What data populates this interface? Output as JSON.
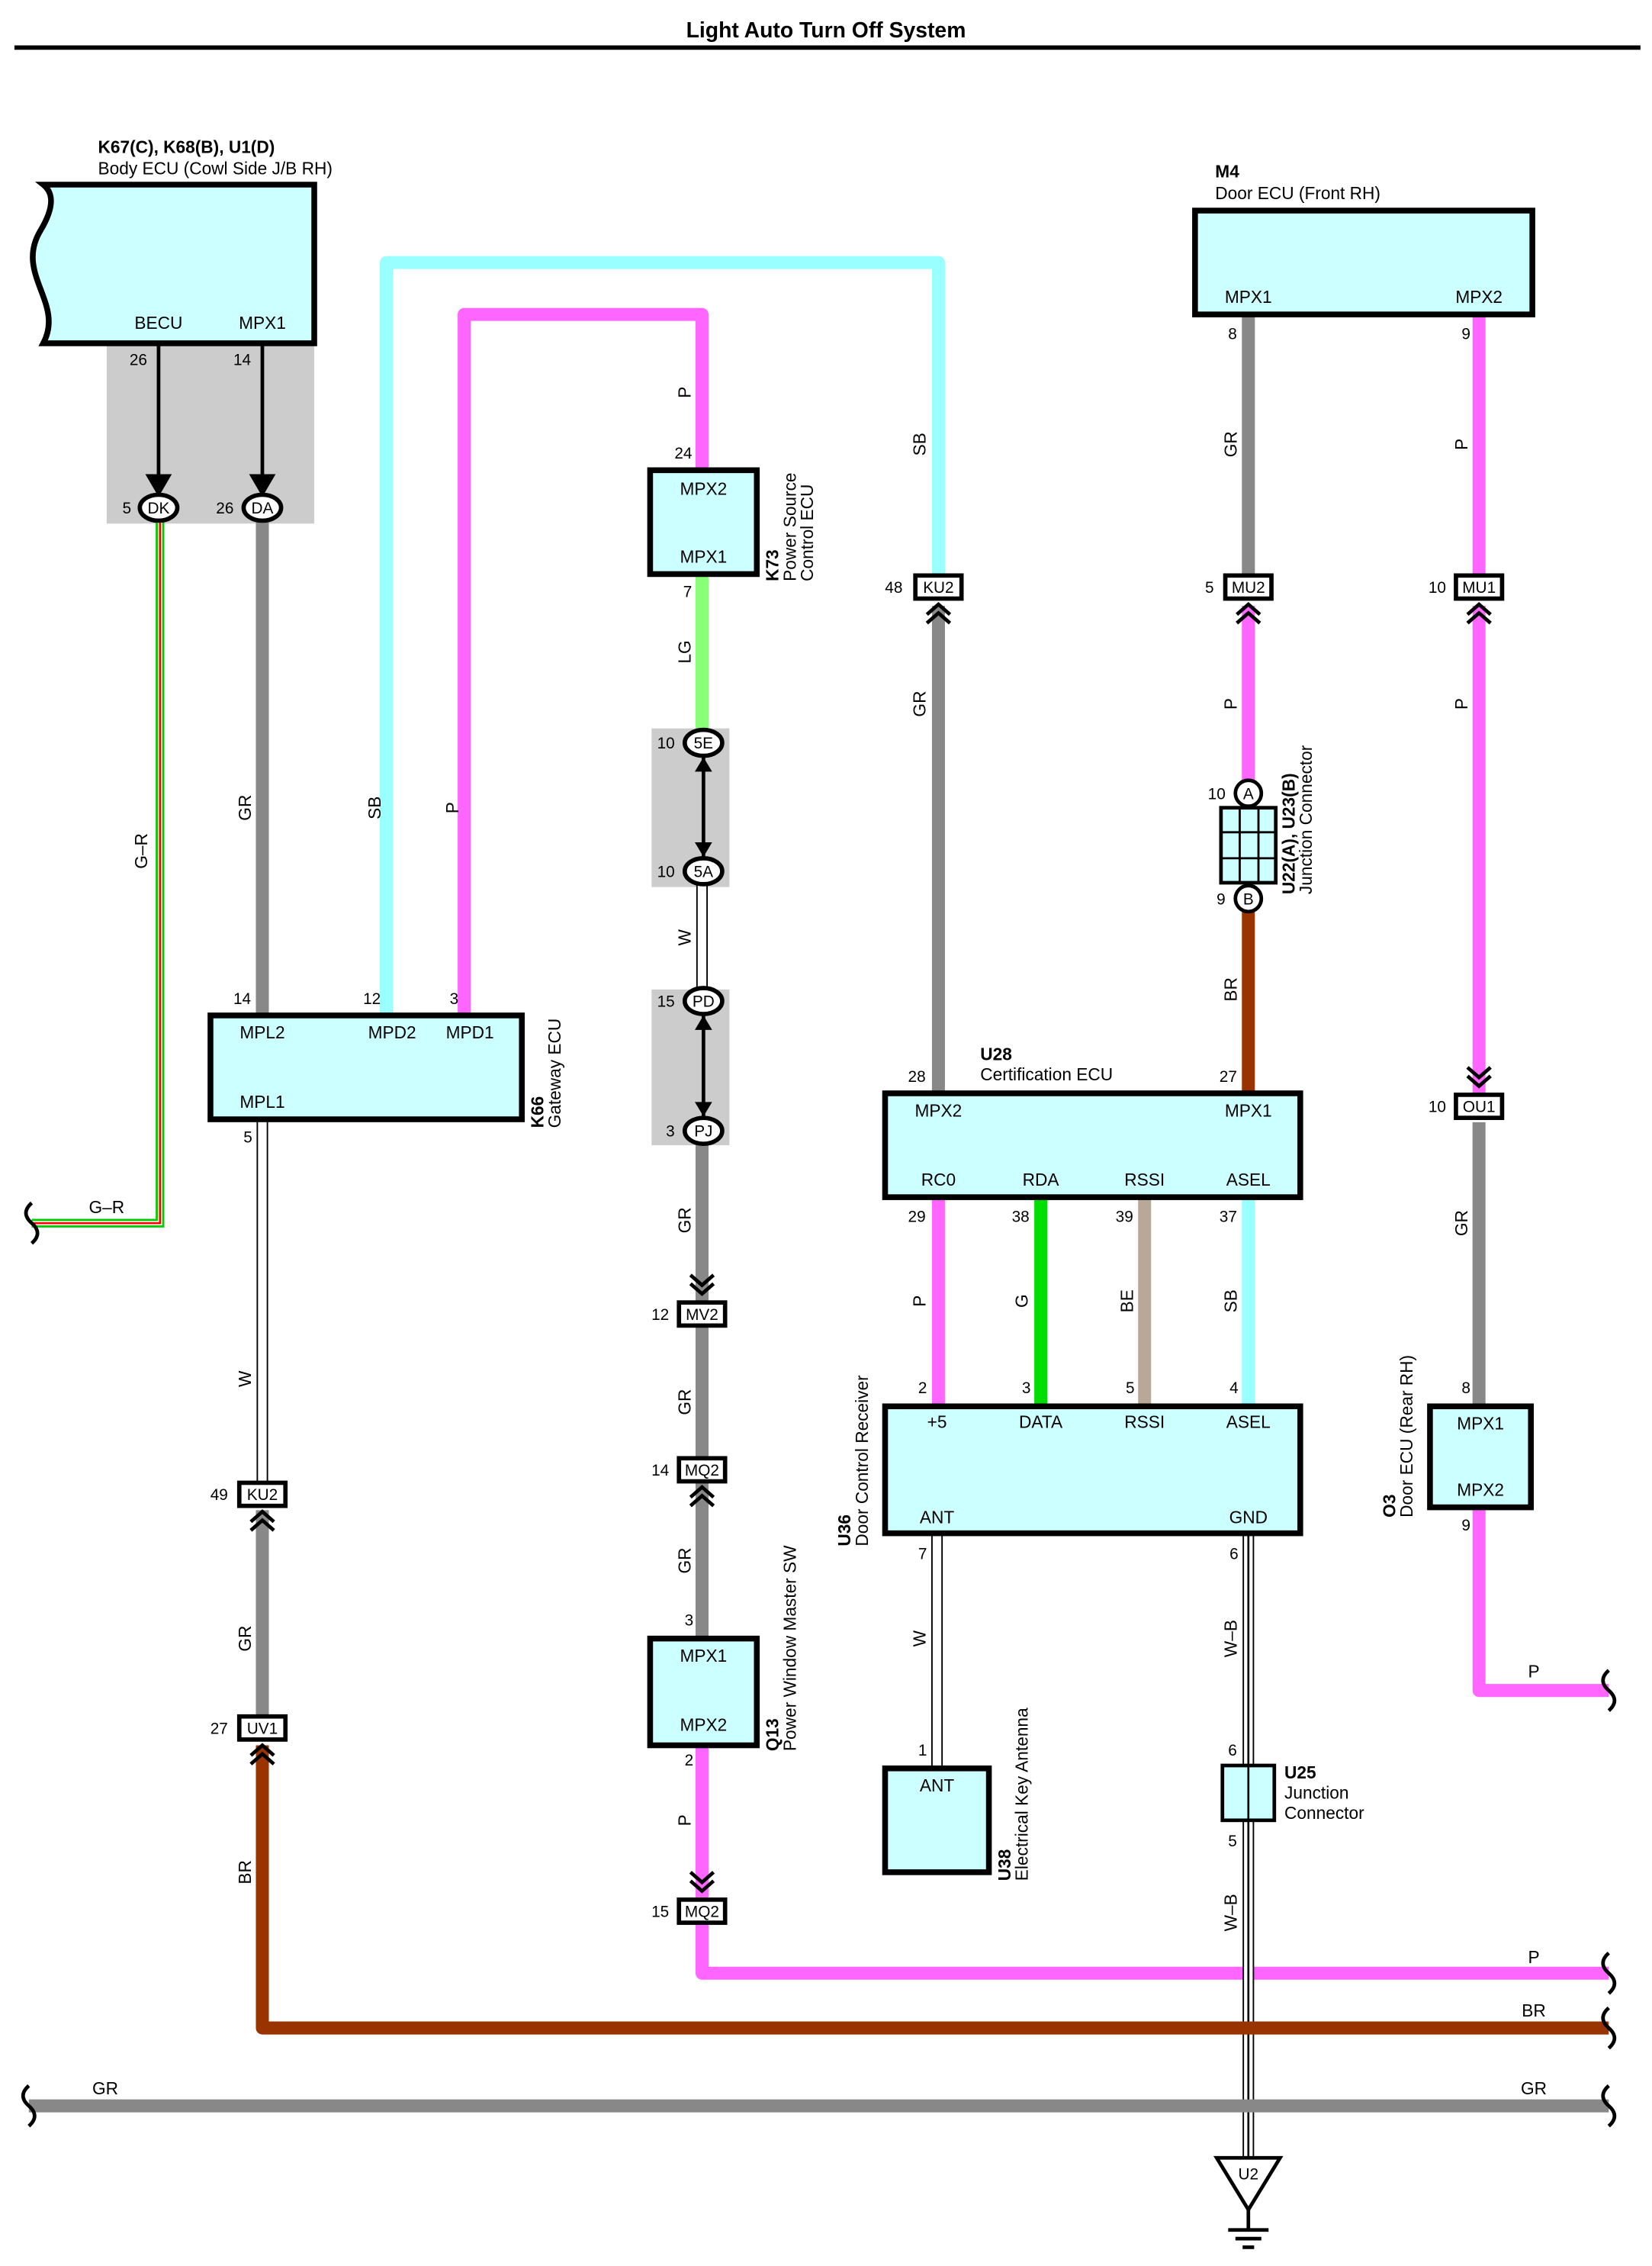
{
  "title": "Light Auto Turn Off System",
  "colors": {
    "GR": "#888888",
    "P": "#ff66ff",
    "SB": "#99ffff",
    "LG": "#88ff77",
    "BR": "#993300",
    "G": "#00dd00",
    "BE": "#b8a898",
    "W": "#ffffff",
    "ecu": "#ccffff"
  },
  "components": {
    "body_ecu": {
      "code": "K67(C), K68(B), U1(D)",
      "name": "Body ECU (Cowl Side J/B RH)",
      "pins": [
        "BECU",
        "MPX1"
      ],
      "pin_nums": [
        "26",
        "14"
      ]
    },
    "door_ecu_front": {
      "code": "M4",
      "name": "Door ECU (Front RH)",
      "pins": [
        "MPX1",
        "MPX2"
      ],
      "pin_nums": [
        "8",
        "9"
      ]
    },
    "power_source": {
      "code": "K73",
      "name1": "Power Source",
      "name2": "Control ECU",
      "pins": [
        "MPX2",
        "MPX1"
      ],
      "pin_nums": [
        "24",
        "7"
      ]
    },
    "gateway": {
      "code": "K66",
      "name": "Gateway ECU",
      "pins": [
        "MPL2",
        "MPD2",
        "MPD1",
        "MPL1"
      ],
      "pin_nums": [
        "14",
        "12",
        "3",
        "5"
      ]
    },
    "cert_ecu": {
      "code": "U28",
      "name": "Certification ECU",
      "pins": [
        "MPX2",
        "MPX1",
        "RC0",
        "RDA",
        "RSSI",
        "ASEL"
      ],
      "pin_nums": [
        "28",
        "27",
        "29",
        "38",
        "39",
        "37"
      ]
    },
    "door_receiver": {
      "code": "U36",
      "name": "Door Control Receiver",
      "pins": [
        "+5",
        "DATA",
        "RSSI",
        "ASEL",
        "ANT",
        "GND"
      ],
      "pin_nums": [
        "2",
        "3",
        "5",
        "4",
        "7",
        "6"
      ]
    },
    "pw_master": {
      "code": "Q13",
      "name": "Power Window Master SW",
      "pins": [
        "MPX1",
        "MPX2"
      ],
      "pin_nums": [
        "3",
        "2"
      ]
    },
    "key_antenna": {
      "code": "U38",
      "name": "Electrical Key Antenna",
      "pins": [
        "ANT"
      ],
      "pin_nums": [
        "1"
      ]
    },
    "door_ecu_rear": {
      "code": "O3",
      "name": "Door ECU (Rear RH)",
      "pins": [
        "MPX1",
        "MPX2"
      ],
      "pin_nums": [
        "8",
        "9"
      ]
    },
    "junction_u22": {
      "code": "U22(A), U23(B)",
      "name": "Junction Connector",
      "pins": [
        "A",
        "B"
      ],
      "pin_nums": [
        "10",
        "9"
      ]
    },
    "junction_u25": {
      "code": "U25",
      "name1": "Junction",
      "name2": "Connector",
      "pin_nums": [
        "6",
        "5"
      ]
    }
  },
  "connectors": {
    "DK": {
      "label": "DK",
      "pin": "5"
    },
    "DA": {
      "label": "DA",
      "pin": "26"
    },
    "E5": {
      "label": "5E",
      "pin": "10"
    },
    "A5": {
      "label": "5A",
      "pin": "10"
    },
    "PD": {
      "label": "PD",
      "pin": "15"
    },
    "PJ": {
      "label": "PJ",
      "pin": "3"
    },
    "KU2a": {
      "label": "KU2",
      "pin": "48"
    },
    "MU2": {
      "label": "MU2",
      "pin": "5"
    },
    "MU1": {
      "label": "MU1",
      "pin": "10"
    },
    "OU1": {
      "label": "OU1",
      "pin": "10"
    },
    "MV2": {
      "label": "MV2",
      "pin": "12"
    },
    "MQ2a": {
      "label": "MQ2",
      "pin": "14"
    },
    "MQ2b": {
      "label": "MQ2",
      "pin": "15"
    },
    "KU2b": {
      "label": "KU2",
      "pin": "49"
    },
    "UV1": {
      "label": "UV1",
      "pin": "27"
    }
  },
  "wire_labels": {
    "gr_bodyecu": "GR",
    "sb_gw": "SB",
    "p_gw": "P",
    "gr_dk": "G–R",
    "gr_dk_h": "G–R",
    "p_top": "P",
    "lg": "LG",
    "w_mid": "W",
    "gr_pj": "GR",
    "gr_mv2": "GR",
    "gr_mq2": "GR",
    "p_q13": "P",
    "sb_right": "SB",
    "gr_ku2": "GR",
    "gr_m4": "GR",
    "p_mu2": "P",
    "br_cert": "BR",
    "p_m4": "P",
    "p_mu1": "P",
    "gr_ou1": "GR",
    "p_o3": "P",
    "p_rc0": "P",
    "g_rda": "G",
    "be_rssi": "BE",
    "sb_asel": "SB",
    "w_ant": "W",
    "wb_gnd": "W–B",
    "wb_u25": "W–B",
    "w_gw": "W",
    "gr_ku2b": "GR",
    "br_uv1": "BR",
    "p_bottom": "P",
    "br_bottom": "BR",
    "gr_bottom_l": "GR",
    "gr_bottom_r": "GR"
  },
  "ground": {
    "label": "U2"
  }
}
